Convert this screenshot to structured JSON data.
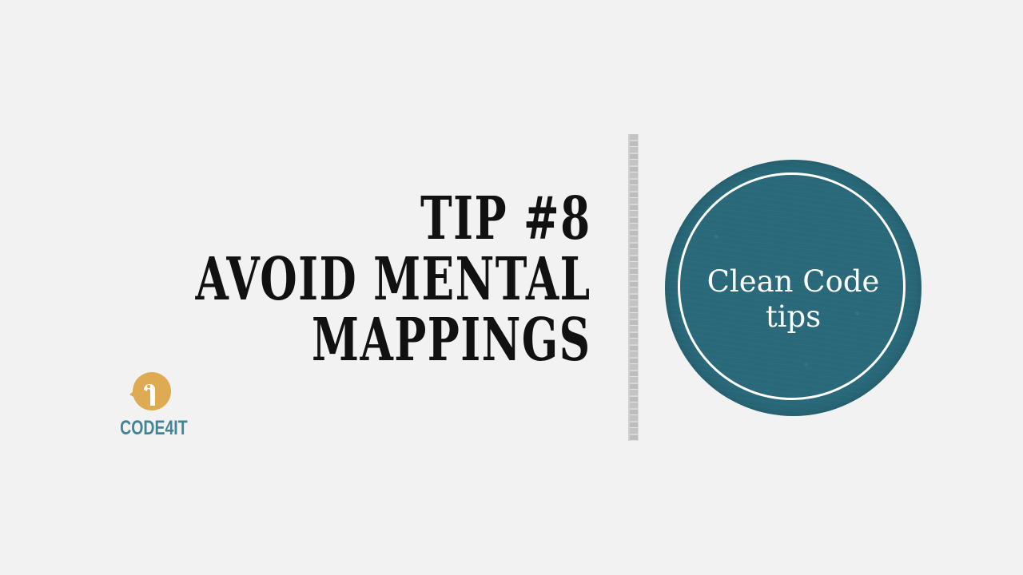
{
  "slide": {
    "title_lines": [
      "TIP #8",
      "AVOID MENTAL",
      "MAPPINGS"
    ],
    "badge": {
      "lines": [
        "Clean Code",
        "tips"
      ],
      "fill_color": "#29697a",
      "ring_color": "#ffffff"
    },
    "logo": {
      "icon": "bird-head-icon",
      "text": "CODE4IT",
      "icon_color": "#deaa52",
      "text_color": "#3f8497"
    },
    "background_color": "#f2f2f2",
    "divider_color": "#c4c4c4"
  }
}
